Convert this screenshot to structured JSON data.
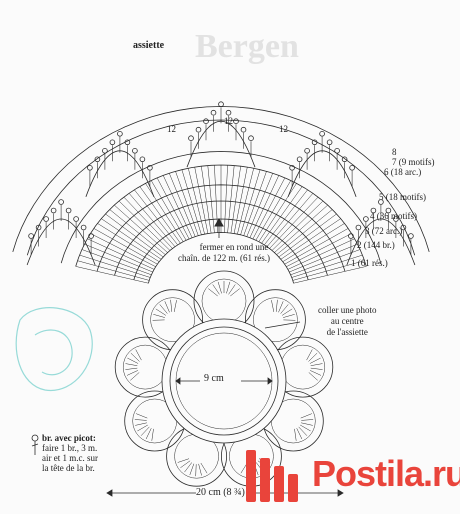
{
  "title": "assiette",
  "rows": [
    {
      "num": "8",
      "detail": ""
    },
    {
      "num": "7",
      "detail": "(9 motifs)"
    },
    {
      "num": "6",
      "detail": "(18 arc.)"
    },
    {
      "num": "5",
      "detail": "(18 motifs)"
    },
    {
      "num": "4",
      "detail": "(36 motifs)"
    },
    {
      "num": "3",
      "detail": "(72 arc.)"
    },
    {
      "num": "2",
      "detail": "(144 br.)"
    },
    {
      "num": "1",
      "detail": "(61 rés.)"
    }
  ],
  "arch_count": "12",
  "start_note": {
    "line1": "fermer en rond une",
    "line2": "chaîn. de 122 m. (61 rés.)"
  },
  "photo_note": {
    "line1": "coller une photo",
    "line2": "au centre",
    "line3": "de l'assiette"
  },
  "center_dimension": "9 cm",
  "outer_dimension": "20 cm (8 ¾)",
  "legend": {
    "head": "br. avec picot:",
    "line1": "faire 1 br., 3 m.",
    "line2": "air et 1 m.c. sur",
    "line3": "la tête de la br."
  },
  "watermark": {
    "text": "Postila.ru",
    "color": "#e9443b"
  },
  "colors": {
    "ink": "#2a2a2a",
    "paper": "#fbfbfb",
    "stain": "#7fd3d0"
  }
}
